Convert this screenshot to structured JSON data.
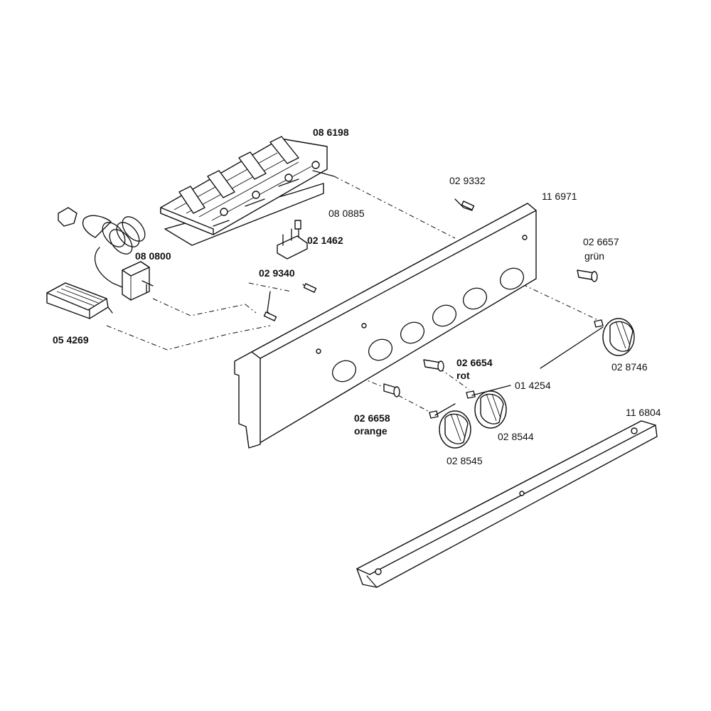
{
  "labels": [
    {
      "id": "p086198",
      "text": "08 6198",
      "bold": true
    },
    {
      "id": "p029332",
      "text": "02 9332",
      "bold": false
    },
    {
      "id": "p116971",
      "text": "11 6971",
      "bold": false
    },
    {
      "id": "p080885",
      "text": "08 0885",
      "bold": false
    },
    {
      "id": "p021462",
      "text": "02 1462",
      "bold": true
    },
    {
      "id": "p080800",
      "text": "08 0800",
      "bold": true
    },
    {
      "id": "p026657",
      "text": "02 6657",
      "bold": false
    },
    {
      "id": "p026657c",
      "text": "grün",
      "bold": false
    },
    {
      "id": "p029340",
      "text": "02 9340",
      "bold": true
    },
    {
      "id": "p054269",
      "text": "05 4269",
      "bold": true
    },
    {
      "id": "p026654",
      "text": "02 6654",
      "bold": true
    },
    {
      "id": "p026654c",
      "text": "rot",
      "bold": true
    },
    {
      "id": "p028746",
      "text": "02 8746",
      "bold": false
    },
    {
      "id": "p014254",
      "text": "01 4254",
      "bold": false
    },
    {
      "id": "p026658",
      "text": "02 6658",
      "bold": true
    },
    {
      "id": "p026658c",
      "text": "orange",
      "bold": true
    },
    {
      "id": "p028544",
      "text": "02 8544",
      "bold": false
    },
    {
      "id": "p028545",
      "text": "02 8545",
      "bold": false
    },
    {
      "id": "p116804",
      "text": "11 6804",
      "bold": false
    }
  ]
}
